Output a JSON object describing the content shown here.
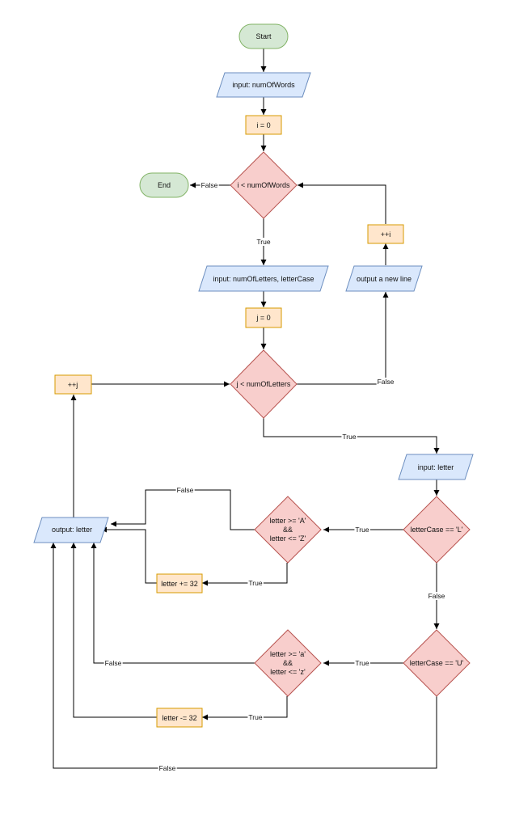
{
  "colors": {
    "terminal_fill": "#d5e8d4",
    "terminal_stroke": "#82b366",
    "io_fill": "#dae8fc",
    "io_stroke": "#6c8ebf",
    "process_fill": "#ffe6cc",
    "process_stroke": "#d79b00",
    "decision_fill": "#f8cecc",
    "decision_stroke": "#b85450"
  },
  "nodes": {
    "start": "Start",
    "end": "End",
    "input_num_words": "input: numOfWords",
    "init_i": "i = 0",
    "cond_i": "i < numOfWords",
    "input_letters_case": "input: numOfLetters, letterCase",
    "init_j": "j = 0",
    "cond_j": "j < numOfLetters",
    "inc_i": "++i",
    "output_newline": "output a new line",
    "inc_j": "++j",
    "input_letter": "input: letter",
    "cond_case_l": "letterCase == 'L'",
    "cond_upper": [
      "letter >= 'A'",
      "&&",
      "letter <= 'Z'"
    ],
    "add_32": "letter += 32",
    "cond_case_u": "letterCase == 'U'",
    "cond_lower": [
      "letter >= 'a'",
      "&&",
      "letter <= 'z'"
    ],
    "sub_32": "letter -= 32",
    "output_letter": "output: letter"
  },
  "edge_labels": {
    "cond_i_false": "False",
    "cond_i_true": "True",
    "cond_j_false": "False",
    "cond_j_true": "True",
    "case_l_true": "True",
    "case_l_false": "False",
    "upper_false": "False",
    "upper_true": "True",
    "case_u_true": "True",
    "case_u_false": "False",
    "lower_false": "False",
    "lower_true": "True"
  }
}
